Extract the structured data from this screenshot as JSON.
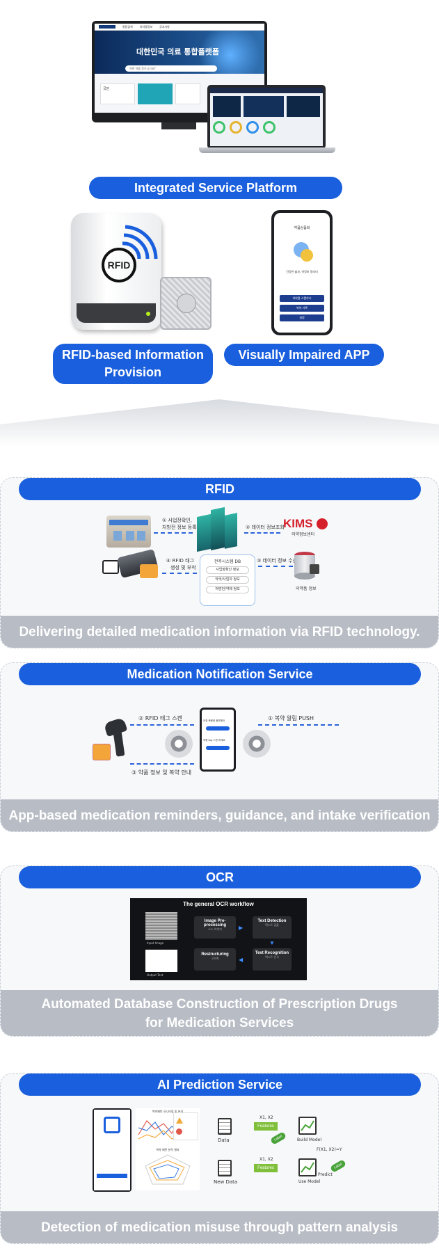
{
  "colors": {
    "accent": "#1a5fdd",
    "caption_bg": "#b8bcc4",
    "card_bg": "#f7f8fa"
  },
  "hero": {
    "platform_label": "Integrated Service Platform",
    "monitor_banner_title": "대한민국 의료 통합플랫폼",
    "monitor_search_placeholder": "어떤 약을 찾으시나요?",
    "monitor_card_label": "국민",
    "monitor_nav": [
      "통합검색",
      "의약품정보",
      "공지사항"
    ],
    "rfid_device_label": "RFID",
    "rfid_label_line1": "RFID-based Information",
    "rfid_label_line2": "Provision",
    "app_label": "Visually Impaired APP",
    "phone_title": "약품상품화",
    "phone_text": "건강한 삶과, 약정보 알리미",
    "phone_buttons": [
      "의약품 스캔하기",
      "복약 기록",
      "설정"
    ]
  },
  "sections": {
    "rfid": {
      "title": "RFID",
      "caption": "Delivering detailed medication information via RFID technology.",
      "step1": "① 사업장확인,",
      "step1b": "처방전 정보 등록",
      "step2": "② 데이터 정보조회",
      "step3": "③ 데이터 정보 수신",
      "step4": "④ RFID 태그",
      "step4b": "생성 및 부착",
      "kims_logo": "KIMS",
      "kims_sub": "의약정보센터",
      "db_title": "전주시스템 DB",
      "db_items": [
        "사업장확인 정보",
        "약국/사업자 정보",
        "처방전/약제 정보"
      ],
      "drug_info": "의약품 정보"
    },
    "notification": {
      "title": "Medication Notification Service",
      "caption": "App-based medication reminders, guidance, and intake verification",
      "scan_label": "② RFID 태그 스캔",
      "push_label": "① 복약 알림 PUSH",
      "guide_label": "③ 약품 정보 및 복약 안내",
      "phone_line1": "아침 복용한 음약해요",
      "phone_line2": "약봉 tag 스캔 하세요"
    },
    "ocr": {
      "title": "OCR",
      "caption_line1": "Automated Database Construction of Prescription Drugs",
      "caption_line2": "for Medication Services",
      "workflow_title": "The general OCR workflow",
      "boxes": [
        "Image Pre-processing",
        "Text Detection",
        "Restructuring",
        "Text Recognition"
      ],
      "box_subs": [
        "소스 이미지",
        "텍스트 검출",
        "구조화",
        "텍스트 인식"
      ],
      "input_label": "Input Image",
      "output_label": "Output Text"
    },
    "ai": {
      "title": "AI Prediction Service",
      "caption": "Detection of medication misuse through pattern analysis",
      "data_label": "Data",
      "new_data_label": "New Data",
      "features_label": "Features",
      "x_label_top": "X1, X2",
      "x_label_bottom": "X1, X2",
      "build_label": "Build Model",
      "use_label": "Use Model",
      "predict_label": "Predict",
      "formula": "F(X1, X2)=Y",
      "label_tag": "Label",
      "chart_title": "복약패턴 모니터링 및 분석",
      "radar_title": "복약 패턴 분석 결과"
    }
  }
}
